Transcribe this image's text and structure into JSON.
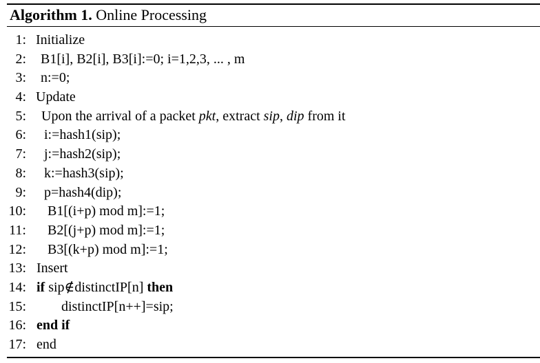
{
  "algorithm": {
    "label": "Algorithm 1.",
    "title": "Online Processing",
    "lines": [
      {
        "num": "1:",
        "text": "Initialize"
      },
      {
        "num": "2:",
        "text": "B1[i], B2[i], B3[i]:=0; i=1,2,3, ... , m"
      },
      {
        "num": "3:",
        "text": "n:=0;"
      },
      {
        "num": "4:",
        "text": "Update"
      },
      {
        "num": "5:",
        "parts": [
          "Upon the arrival of a packet ",
          "pkt",
          ", extract ",
          "sip",
          ", ",
          "dip",
          " from it"
        ]
      },
      {
        "num": "6:",
        "text": "i:=hash1(sip);"
      },
      {
        "num": "7:",
        "text": "j:=hash2(sip);"
      },
      {
        "num": "8:",
        "text": "k:=hash3(sip);"
      },
      {
        "num": "9:",
        "text": "p=hash4(dip);"
      },
      {
        "num": "10:",
        "text": "B1[(i+p) mod m]:=1;"
      },
      {
        "num": "11:",
        "text": "B2[(j+p) mod m]:=1;"
      },
      {
        "num": "12:",
        "text": "B3[(k+p) mod m]:=1;"
      },
      {
        "num": "13:",
        "text": "Insert"
      },
      {
        "num": "14:",
        "kw_if": "if",
        "cond": "sip∉distinctIP[n]",
        "kw_then": "then"
      },
      {
        "num": "15:",
        "text": "distinctIP[n++]=sip;"
      },
      {
        "num": "16:",
        "kw_endif": "end if"
      },
      {
        "num": "17:",
        "text": "end"
      }
    ]
  }
}
